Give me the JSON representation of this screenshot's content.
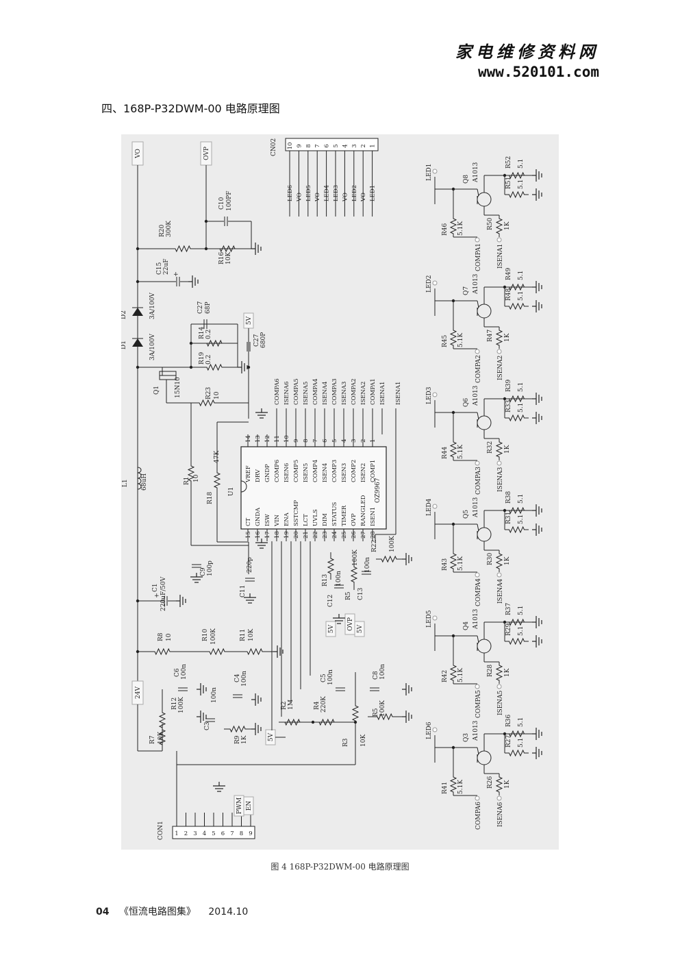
{
  "watermark": {
    "site_name": "家电维修资料网",
    "url": "www.520101.com"
  },
  "heading": "四、168P-P32DWM-00 电路原理图",
  "caption": "图 4   168P-P32DWM-00 电路原理图",
  "footer": {
    "page_number": "04",
    "book_title": "《恒流电路图集》",
    "date": "2014.10"
  },
  "schematic": {
    "left_nets": [
      "VO",
      "OVP",
      "24V",
      "5V",
      "PWM",
      "EN"
    ],
    "passives": [
      {
        "ref": "R20",
        "value": "300K"
      },
      {
        "ref": "C15",
        "value": "22uF"
      },
      {
        "ref": "D2",
        "value": "3A/100V"
      },
      {
        "ref": "D1",
        "value": "3A/100V"
      },
      {
        "ref": "Q1",
        "value": "15N10"
      },
      {
        "ref": "L1",
        "value": "68uH"
      },
      {
        "ref": "C1",
        "value": "220uF/50V"
      },
      {
        "ref": "R8",
        "value": "10"
      },
      {
        "ref": "R10",
        "value": "100K"
      },
      {
        "ref": "R11",
        "value": "10K"
      },
      {
        "ref": "C10",
        "value": "100PF"
      },
      {
        "ref": "R16",
        "value": "10K"
      },
      {
        "ref": "C27",
        "value": "68P"
      },
      {
        "ref": "R14",
        "value": "0.2"
      },
      {
        "ref": "R19",
        "value": "0.2"
      },
      {
        "ref": "C27",
        "value": "680P"
      },
      {
        "ref": "R23",
        "value": "10"
      },
      {
        "ref": "R1",
        "value": "10"
      },
      {
        "ref": "R18",
        "value": "47K"
      },
      {
        "ref": "C9",
        "value": "100p"
      },
      {
        "ref": "C11",
        "value": "220p"
      },
      {
        "ref": "R13",
        "value": ""
      },
      {
        "ref": "C12",
        "value": "100n"
      },
      {
        "ref": "R5",
        "value": "100K"
      },
      {
        "ref": "C13",
        "value": "100n"
      },
      {
        "ref": "R22",
        "value": "100K"
      },
      {
        "ref": "C6",
        "value": "100n"
      },
      {
        "ref": "R12",
        "value": "100K"
      },
      {
        "ref": "C3",
        "value": "100n"
      },
      {
        "ref": "C4",
        "value": "100n"
      },
      {
        "ref": "R9",
        "value": "1K"
      },
      {
        "ref": "R7",
        "value": "10K"
      },
      {
        "ref": "R2",
        "value": "1M"
      },
      {
        "ref": "R4",
        "value": "220K"
      },
      {
        "ref": "C5",
        "value": "100n"
      },
      {
        "ref": "C8",
        "value": "100n"
      },
      {
        "ref": "R5",
        "value": "100K"
      },
      {
        "ref": "R3",
        "value": "10K"
      }
    ],
    "ic": {
      "ref": "U1",
      "part": "OZ9967",
      "left_pins": [
        {
          "num": "15",
          "name": "CT"
        },
        {
          "num": "16",
          "name": "GNDA"
        },
        {
          "num": "17",
          "name": "ISW"
        },
        {
          "num": "18",
          "name": "VIN"
        },
        {
          "num": "19",
          "name": "ENA"
        },
        {
          "num": "20",
          "name": "SSTCMP"
        },
        {
          "num": "21",
          "name": "LCT"
        },
        {
          "num": "22",
          "name": "UVLS"
        },
        {
          "num": "23",
          "name": "DIM"
        },
        {
          "num": "24",
          "name": "STATUS"
        },
        {
          "num": "25",
          "name": "TIMER"
        },
        {
          "num": "26",
          "name": "OVP"
        },
        {
          "num": "27",
          "name": "RANGLED"
        },
        {
          "num": "28",
          "name": "ISEN1"
        }
      ],
      "right_pins": [
        {
          "num": "14",
          "name": "VREF"
        },
        {
          "num": "13",
          "name": "DRV"
        },
        {
          "num": "12",
          "name": "GNDP"
        },
        {
          "num": "11",
          "name": "COMP6"
        },
        {
          "num": "10",
          "name": "ISEN6"
        },
        {
          "num": "9",
          "name": "COMP5"
        },
        {
          "num": "8",
          "name": "ISEN5"
        },
        {
          "num": "7",
          "name": "COMP4"
        },
        {
          "num": "6",
          "name": "ISEN4"
        },
        {
          "num": "5",
          "name": "COMP3"
        },
        {
          "num": "4",
          "name": "ISEN3"
        },
        {
          "num": "3",
          "name": "COMP2"
        },
        {
          "num": "2",
          "name": "ISEN2"
        },
        {
          "num": "1",
          "name": "COMP1"
        }
      ],
      "right_nets": [
        "COMPA6",
        "ISENA6",
        "COMPA5",
        "ISENA5",
        "COMPA4",
        "ISENA4",
        "COMPA3",
        "ISENA3",
        "COMPA2",
        "ISENA2",
        "COMPA1",
        "ISENA1"
      ]
    },
    "cn02": {
      "ref": "CN02",
      "pins": [
        {
          "num": "10",
          "net": "LED6"
        },
        {
          "num": "9",
          "net": "VO"
        },
        {
          "num": "8",
          "net": "LED5"
        },
        {
          "num": "7",
          "net": "VO"
        },
        {
          "num": "6",
          "net": "LED4"
        },
        {
          "num": "5",
          "net": "LED3"
        },
        {
          "num": "4",
          "net": "VO"
        },
        {
          "num": "3",
          "net": "LED2"
        },
        {
          "num": "2",
          "net": "VO"
        },
        {
          "num": "1",
          "net": "LED1"
        }
      ]
    },
    "con1": {
      "ref": "CON1",
      "pins": [
        "1",
        "2",
        "3",
        "4",
        "5",
        "6",
        "7",
        "8",
        "9"
      ]
    },
    "channels": [
      {
        "led": "LED1",
        "q": "Q8",
        "qpart": "A1013",
        "rb": "R46",
        "rbv": "5.1K",
        "rc": "R50",
        "rcv": "1K",
        "rs1": "R52",
        "rs1v": "5.1",
        "rs2": "R51",
        "rs2v": "5.1",
        "comp": "COMPA1",
        "isen": "ISENA1"
      },
      {
        "led": "LED2",
        "q": "Q7",
        "qpart": "A1013",
        "rb": "R45",
        "rbv": "5.1K",
        "rc": "R47",
        "rcv": "1K",
        "rs1": "R49",
        "rs1v": "5.1",
        "rs2": "R48",
        "rs2v": "5.1",
        "comp": "COMPA2",
        "isen": "ISENA2"
      },
      {
        "led": "LED3",
        "q": "Q6",
        "qpart": "A1013",
        "rb": "R44",
        "rbv": "5.1K",
        "rc": "R32",
        "rcv": "1K",
        "rs1": "R39",
        "rs1v": "5.1",
        "rs2": "R33",
        "rs2v": "5.1",
        "comp": "COMPA3",
        "isen": "ISENA3"
      },
      {
        "led": "LED4",
        "q": "Q5",
        "qpart": "A1013",
        "rb": "R43",
        "rbv": "5.1K",
        "rc": "R30",
        "rcv": "1K",
        "rs1": "R38",
        "rs1v": "5.1",
        "rs2": "R31",
        "rs2v": "5.1",
        "comp": "COMPA4",
        "isen": "ISENA4"
      },
      {
        "led": "LED5",
        "q": "Q4",
        "qpart": "A1013",
        "rb": "R42",
        "rbv": "5.1K",
        "rc": "R28",
        "rcv": "1K",
        "rs1": "R37",
        "rs1v": "5.1",
        "rs2": "R29",
        "rs2v": "5.1",
        "comp": "COMPA5",
        "isen": "ISENA5"
      },
      {
        "led": "LED6",
        "q": "Q3",
        "qpart": "A1013",
        "rb": "R41",
        "rbv": "5.1K",
        "rc": "R26",
        "rcv": "1K",
        "rs1": "R36",
        "rs1v": "5.1",
        "rs2": "R27",
        "rs2v": "5.1",
        "comp": "COMPA6",
        "isen": "ISENA6"
      }
    ]
  }
}
